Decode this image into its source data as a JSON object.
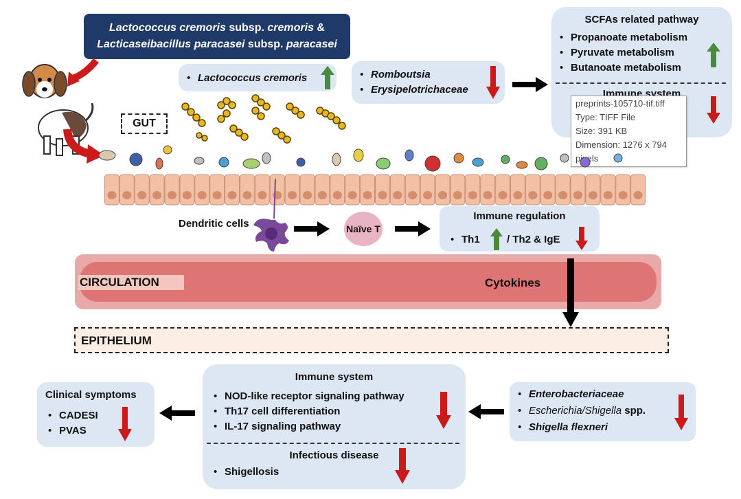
{
  "probiotic_banner": {
    "line1_italic_a": "Lactococcus cremoris",
    "line1_plain": " subsp. ",
    "line1_italic_b": "cremoris",
    "line1_amp": " &",
    "line2_italic_a": "Lacticaseibacillus paracasei",
    "line2_plain": " subsp. ",
    "line2_italic_b": "paracasei"
  },
  "lactococcus_box": {
    "item": "Lactococcus cremoris",
    "trend": "up"
  },
  "romboutsia_box": {
    "items": [
      "Romboutsia",
      "Erysipelotrichaceae"
    ],
    "trend": "down"
  },
  "scfa_box": {
    "title": "SCFAs related pathway",
    "items": [
      "Propanoate metabolism",
      "Pyruvate metabolism",
      "Butanoate metabolism"
    ],
    "trend": "up",
    "immune_title": "Immune system",
    "immune_trend": "down"
  },
  "tooltip": {
    "lines": [
      "preprints-105710-tif.tiff",
      "Type: TIFF File",
      "Size: 391 KB",
      "Dimension: 1276 x 794",
      "pixels"
    ]
  },
  "gut_label": "GUT",
  "dendritic_label": "Dendritic cells",
  "naive_t_label": "Naïve T",
  "immune_regulation": {
    "title": "Immune regulation",
    "th1": "Th1",
    "th1_trend": "up",
    "th2": "/ Th2 & IgE",
    "th2_trend": "down"
  },
  "circulation_label": "CIRCULATION",
  "cytokines_label": "Cytokines",
  "epithelium_label": "EPITHELIUM",
  "clinical_box": {
    "title": "Clinical symptoms",
    "items": [
      "CADESI",
      "PVAS"
    ],
    "trend": "down"
  },
  "immune_system_box": {
    "title": "Immune system",
    "items": [
      "NOD-like receptor  signaling pathway",
      "Th17 cell differentiation",
      "IL-17 signaling pathway"
    ],
    "trend": "down",
    "infectious_title": "Infectious disease",
    "infectious_items": [
      "Shigellosis"
    ],
    "infectious_trend": "down"
  },
  "entero_box": {
    "item1": "Enterobacteriaceae",
    "item2_italic": "Escherichia/Shigella",
    "item2_plain": " spp.",
    "item3": "Shigella flexneri",
    "trend": "down"
  },
  "colors": {
    "box_fill": "#dde6f3",
    "banner": "#1f3a68",
    "arrow_up": "#4a8a3a",
    "arrow_down": "#cc1a1a",
    "circulation_outer": "#e9a9a9",
    "circulation_inner": "#de7474",
    "epithelium_fill": "#fbeee4",
    "cell_fill": "#f2c0a4",
    "cell_nucleus": "#d48e6c"
  }
}
